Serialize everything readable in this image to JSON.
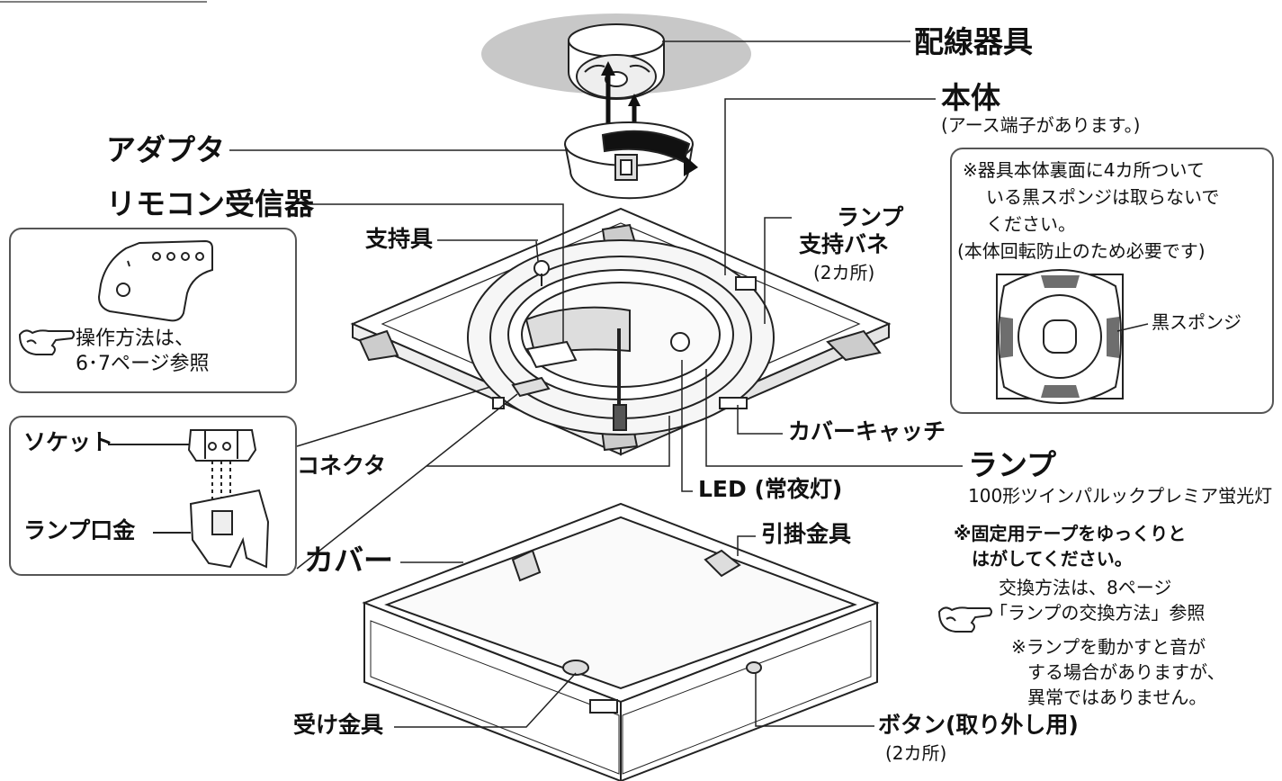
{
  "labels": {
    "wiring_device": "配線器具",
    "body": "本体",
    "body_note": "(アース端子があります。)",
    "adapter": "アダプタ",
    "remote_receiver": "リモコン受信器",
    "support": "支持具",
    "lamp_spring_l1": "ランプ",
    "lamp_spring_l2": "支持バネ",
    "lamp_spring_count": "(2カ所)",
    "black_sponge": "黒スポンジ",
    "cover_catch": "カバーキャッチ",
    "connector": "コネクタ",
    "lamp": "ランプ",
    "lamp_model": "100形ツインパルックプレミア蛍光灯",
    "led_night": "LED (常夜灯)",
    "socket": "ソケット",
    "lamp_base": "ランプ口金",
    "cover": "カバー",
    "hook": "引掛金具",
    "receiver_bracket": "受け金具",
    "button": "ボタン(取り外し用)",
    "button_count": "(2カ所)"
  },
  "notes": {
    "remote_op_l1": "操作方法は、",
    "remote_op_l2": "6･7ページ参照",
    "sponge_l1": "※器具本体裏面に4カ所ついて",
    "sponge_l2": "いる黒スポンジは取らないで",
    "sponge_l3": "ください。",
    "sponge_l4": "(本体回転防止のため必要です)",
    "tape_l1": "※固定用テープをゆっくりと",
    "tape_l2": "はがしてください。",
    "replace_l1": "交換方法は、8ページ",
    "replace_l2": "「ランプの交換方法」参照",
    "noise_l1": "※ランプを動かすと音が",
    "noise_l2": "する場合がありますが、",
    "noise_l3": "異常ではありません。"
  },
  "colors": {
    "line": "#222222",
    "ceiling": "#c8c8c8",
    "sponge": "#6e6e6e",
    "frame": "#555555"
  },
  "icons": [
    "pointing-hand-icon"
  ]
}
